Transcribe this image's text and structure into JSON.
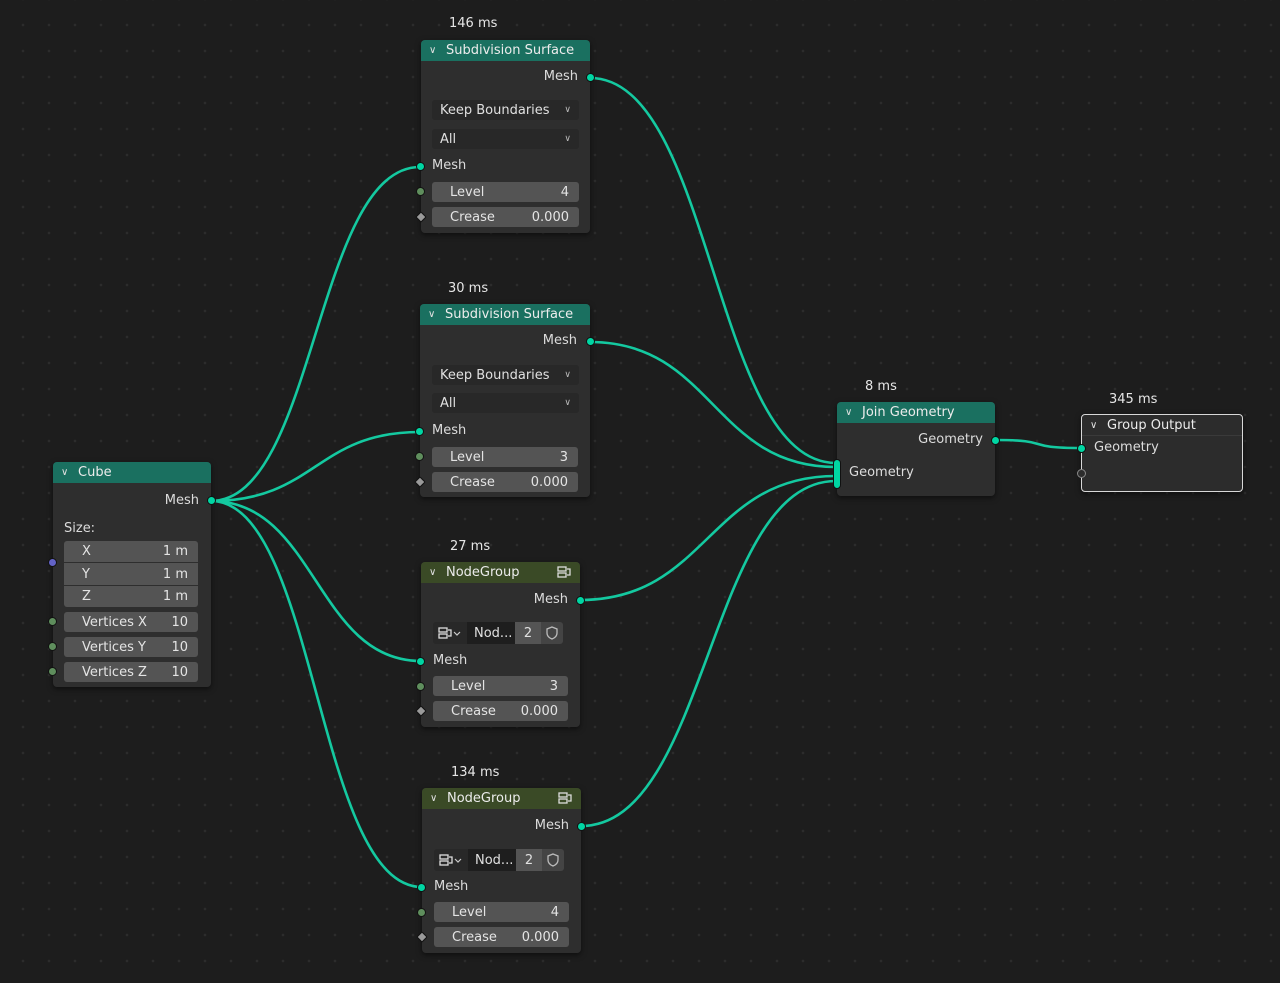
{
  "colors": {
    "link": "#14c9a0",
    "geometry_header": "#1a7060",
    "group_header": "#3a4a26",
    "socket_geometry": "#00d6a3",
    "socket_field": "#5f8e5d",
    "socket_vector": "#6363c7"
  },
  "nodes": {
    "subdiv1": {
      "timing": "146 ms",
      "title": "Subdivision Surface",
      "out_mesh": "Mesh",
      "uv_smooth": "Keep Boundaries",
      "boundary": "All",
      "in_mesh": "Mesh",
      "level_label": "Level",
      "level_value": "4",
      "crease_label": "Crease",
      "crease_value": "0.000"
    },
    "subdiv2": {
      "timing": "30 ms",
      "title": "Subdivision Surface",
      "out_mesh": "Mesh",
      "uv_smooth": "Keep Boundaries",
      "boundary": "All",
      "in_mesh": "Mesh",
      "level_label": "Level",
      "level_value": "3",
      "crease_label": "Crease",
      "crease_value": "0.000"
    },
    "group1": {
      "timing": "27 ms",
      "title": "NodeGroup",
      "out_mesh": "Mesh",
      "group_name": "Nod...",
      "users": "2",
      "in_mesh": "Mesh",
      "level_label": "Level",
      "level_value": "3",
      "crease_label": "Crease",
      "crease_value": "0.000"
    },
    "group2": {
      "timing": "134 ms",
      "title": "NodeGroup",
      "out_mesh": "Mesh",
      "group_name": "Nod...",
      "users": "2",
      "in_mesh": "Mesh",
      "level_label": "Level",
      "level_value": "4",
      "crease_label": "Crease",
      "crease_value": "0.000"
    },
    "cube": {
      "title": "Cube",
      "out_mesh": "Mesh",
      "size_label": "Size:",
      "x_label": "X",
      "x_value": "1 m",
      "y_label": "Y",
      "y_value": "1 m",
      "z_label": "Z",
      "z_value": "1 m",
      "vx_label": "Vertices X",
      "vx_value": "10",
      "vy_label": "Vertices Y",
      "vy_value": "10",
      "vz_label": "Vertices Z",
      "vz_value": "10"
    },
    "join": {
      "timing": "8 ms",
      "title": "Join Geometry",
      "out_geometry": "Geometry",
      "in_geometry": "Geometry"
    },
    "output": {
      "timing": "345 ms",
      "title": "Group Output",
      "in_geometry": "Geometry"
    }
  }
}
